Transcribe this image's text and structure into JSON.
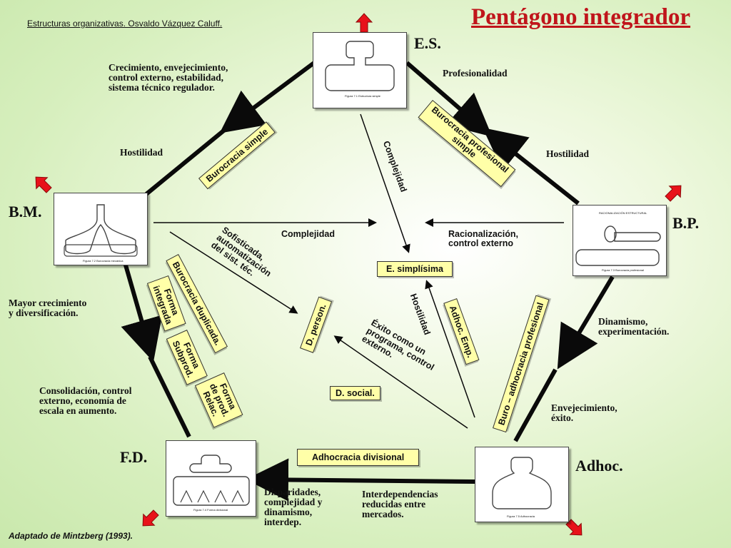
{
  "header": {
    "credit": "Estructuras organizativas.  Osvaldo Vázquez Caluff.",
    "title": "Pentágono integrador"
  },
  "footer": {
    "source": "Adaptado de Mintzberg (1993)."
  },
  "nodes": {
    "es": "E.S.",
    "bm": "B.M.",
    "bp": "B.P.",
    "fd": "F.D.",
    "adhoc": "Adhoc."
  },
  "edge_labels": {
    "es_bm_text": [
      "Crecimiento, envejecimiento,",
      "control externo, estabilidad,",
      "sistema técnico regulador."
    ],
    "hostilidad_left": "Hostilidad",
    "profesionalidad": "Profesionalidad",
    "hostilidad_right": "Hostilidad",
    "bm_fd_text": [
      "Mayor crecimiento",
      "y diversificación."
    ],
    "consolidacion": [
      "Consolidación, control",
      "externo, economía de",
      "escala en aumento."
    ],
    "dinamismo": [
      "Dinamismo,",
      "experimentación."
    ],
    "envejecimiento": [
      "Envejecimiento,",
      "éxito."
    ],
    "disparidades": [
      "Disparidades,",
      "complejidad y",
      "dinamismo,",
      "interdep."
    ],
    "interdependencias": [
      "Interdependencias",
      "reducidas entre",
      "mercados."
    ]
  },
  "boxes": {
    "burocracia_simple": "Burocracia simple",
    "buro_prof_simple": [
      "Burocracia profesional",
      "simple"
    ],
    "forma_integrada": [
      "Forma",
      "integrada"
    ],
    "burocracia_duplicada": "Burocracia  duplicada.",
    "forma_subprod": [
      "Forma",
      "Subprod."
    ],
    "forma_prod_relac": [
      "Forma",
      "de prod.",
      "Relac."
    ],
    "e_simplisima": "E. simplísima",
    "d_person": "D. person.",
    "adhoc_emp": "Adhoc. Emp.",
    "d_social": "D. social.",
    "buro_adhocracia": "Buro – adhocracia profesional",
    "adhocracia_divisional": "Adhocracia divisional"
  },
  "inner_labels": {
    "complejidad_vertical": "Complejidad",
    "complejidad": "Complejidad",
    "racionalizacion": [
      "Racionalización,",
      "control externo"
    ],
    "sofisticada": [
      "Sofisticada,",
      "automatización",
      "del sist. téc."
    ],
    "hostilidad_inner": "Hostilidad",
    "exito": [
      "Éxito como un",
      "programa, control",
      "externo."
    ]
  },
  "card_captions": {
    "es": "Figura 7.1  Estructura simple",
    "bm": "Figura 7.2  Burocracia mecánica",
    "bp": "Figura 7.3  Burocracia profesional",
    "fd": "Figura 7.4  Forma divisional",
    "adhoc": "Figura 7.5  Adhocracia",
    "bp_header": "RACIONALIZACIÓN ESTRUCTURAL"
  },
  "colors": {
    "title": "#c0151b",
    "arrow": "#0a0a0a",
    "box_fill": "#ffffa8",
    "red_arrow": "#e8121a",
    "background": "#d7efbe"
  }
}
